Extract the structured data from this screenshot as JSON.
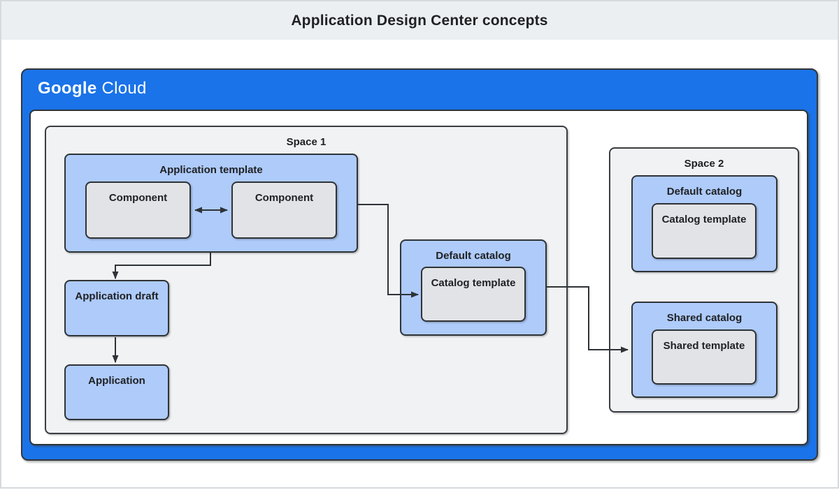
{
  "header": {
    "title": "Application Design Center concepts"
  },
  "brand": {
    "google": "Google",
    "cloud": "Cloud"
  },
  "colors": {
    "google_blue": "#1a73e8",
    "light_blue": "#aecbfa",
    "box_gray": "#e2e3e6",
    "space_gray": "#f0f2f4",
    "border_dark": "#2f3337",
    "banner_gray": "#eceff1",
    "text": "#202124"
  },
  "space1": {
    "label": "Space 1",
    "application_template": {
      "label": "Application template",
      "component_left": "Component",
      "component_right": "Component"
    },
    "application_draft": {
      "label": "Application draft"
    },
    "application": {
      "label": "Application"
    },
    "default_catalog": {
      "label": "Default catalog",
      "catalog_template": "Catalog template"
    }
  },
  "space2": {
    "label": "Space 2",
    "default_catalog": {
      "label": "Default catalog",
      "catalog_template": "Catalog template"
    },
    "shared_catalog": {
      "label": "Shared catalog",
      "shared_template": "Shared template"
    }
  }
}
